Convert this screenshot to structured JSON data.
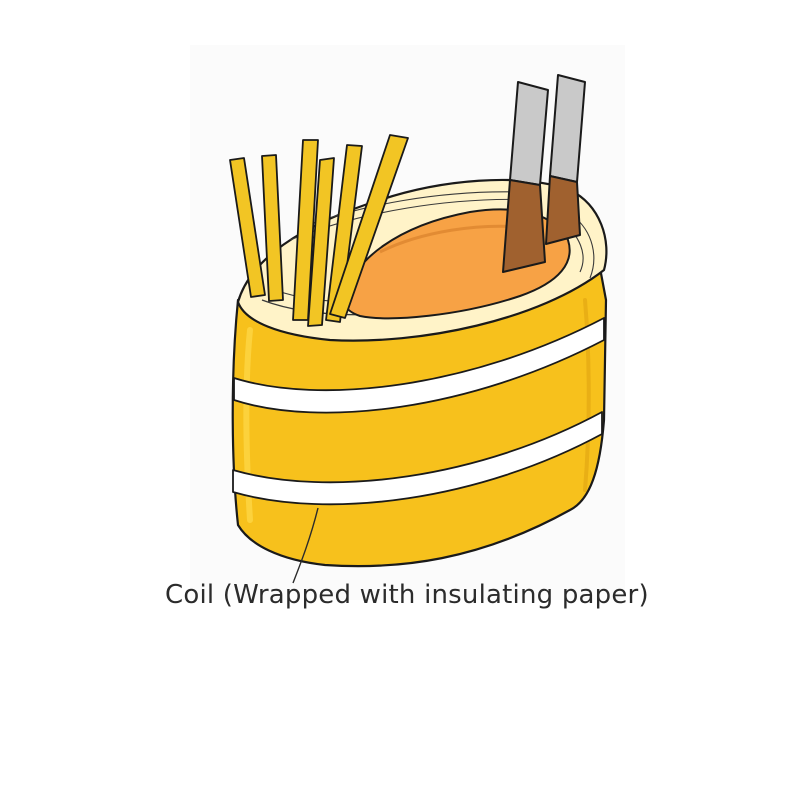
{
  "diagram": {
    "caption": "Coil (Wrapped with insulating paper)",
    "colors": {
      "background": "#ffffff",
      "panel": "#fbfbfb",
      "outline": "#1a1a1a",
      "tape_yellow": "#f7c11c",
      "tape_highlight": "#fdd84a",
      "insulating_paper": "#ffffff",
      "wire_cream": "#fff3c8",
      "core_orange": "#f7a245",
      "terminal_gray": "#c9c9c9",
      "terminal_brown": "#a0612f",
      "lead_yellow": "#f2c524"
    },
    "parts": [
      "coil-body",
      "insulating-paper-band",
      "winding-top",
      "core-opening",
      "lead-wires",
      "metal-terminals"
    ]
  }
}
